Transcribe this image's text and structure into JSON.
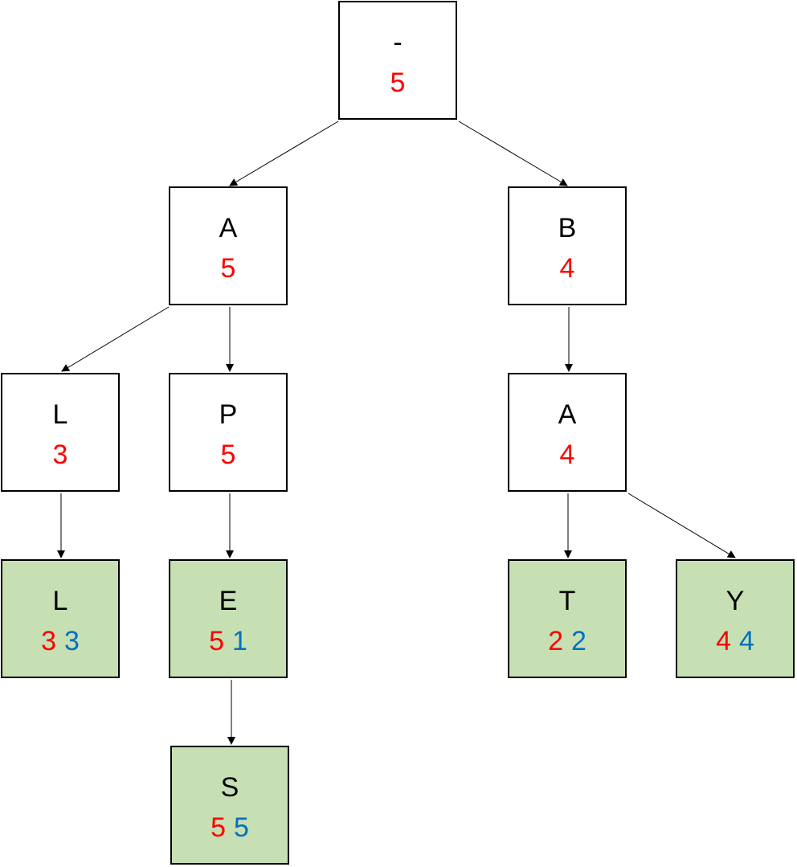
{
  "tree": {
    "root": {
      "letter": "-",
      "count": "5",
      "blue": ""
    },
    "a": {
      "letter": "A",
      "count": "5",
      "blue": ""
    },
    "b": {
      "letter": "B",
      "count": "4",
      "blue": ""
    },
    "al": {
      "letter": "L",
      "count": "3",
      "blue": ""
    },
    "ap": {
      "letter": "P",
      "count": "5",
      "blue": ""
    },
    "ba": {
      "letter": "A",
      "count": "4",
      "blue": ""
    },
    "all": {
      "letter": "L",
      "count": "3",
      "blue": "3"
    },
    "ape": {
      "letter": "E",
      "count": "5",
      "blue": "1"
    },
    "bat": {
      "letter": "T",
      "count": "2",
      "blue": "2"
    },
    "bay": {
      "letter": "Y",
      "count": "4",
      "blue": "4"
    },
    "apes": {
      "letter": "S",
      "count": "5",
      "blue": "5"
    }
  },
  "colors": {
    "leaf_fill": "#c6e0b4",
    "count_color": "#ff0000",
    "blue_count_color": "#0070c0",
    "border": "#000000"
  }
}
